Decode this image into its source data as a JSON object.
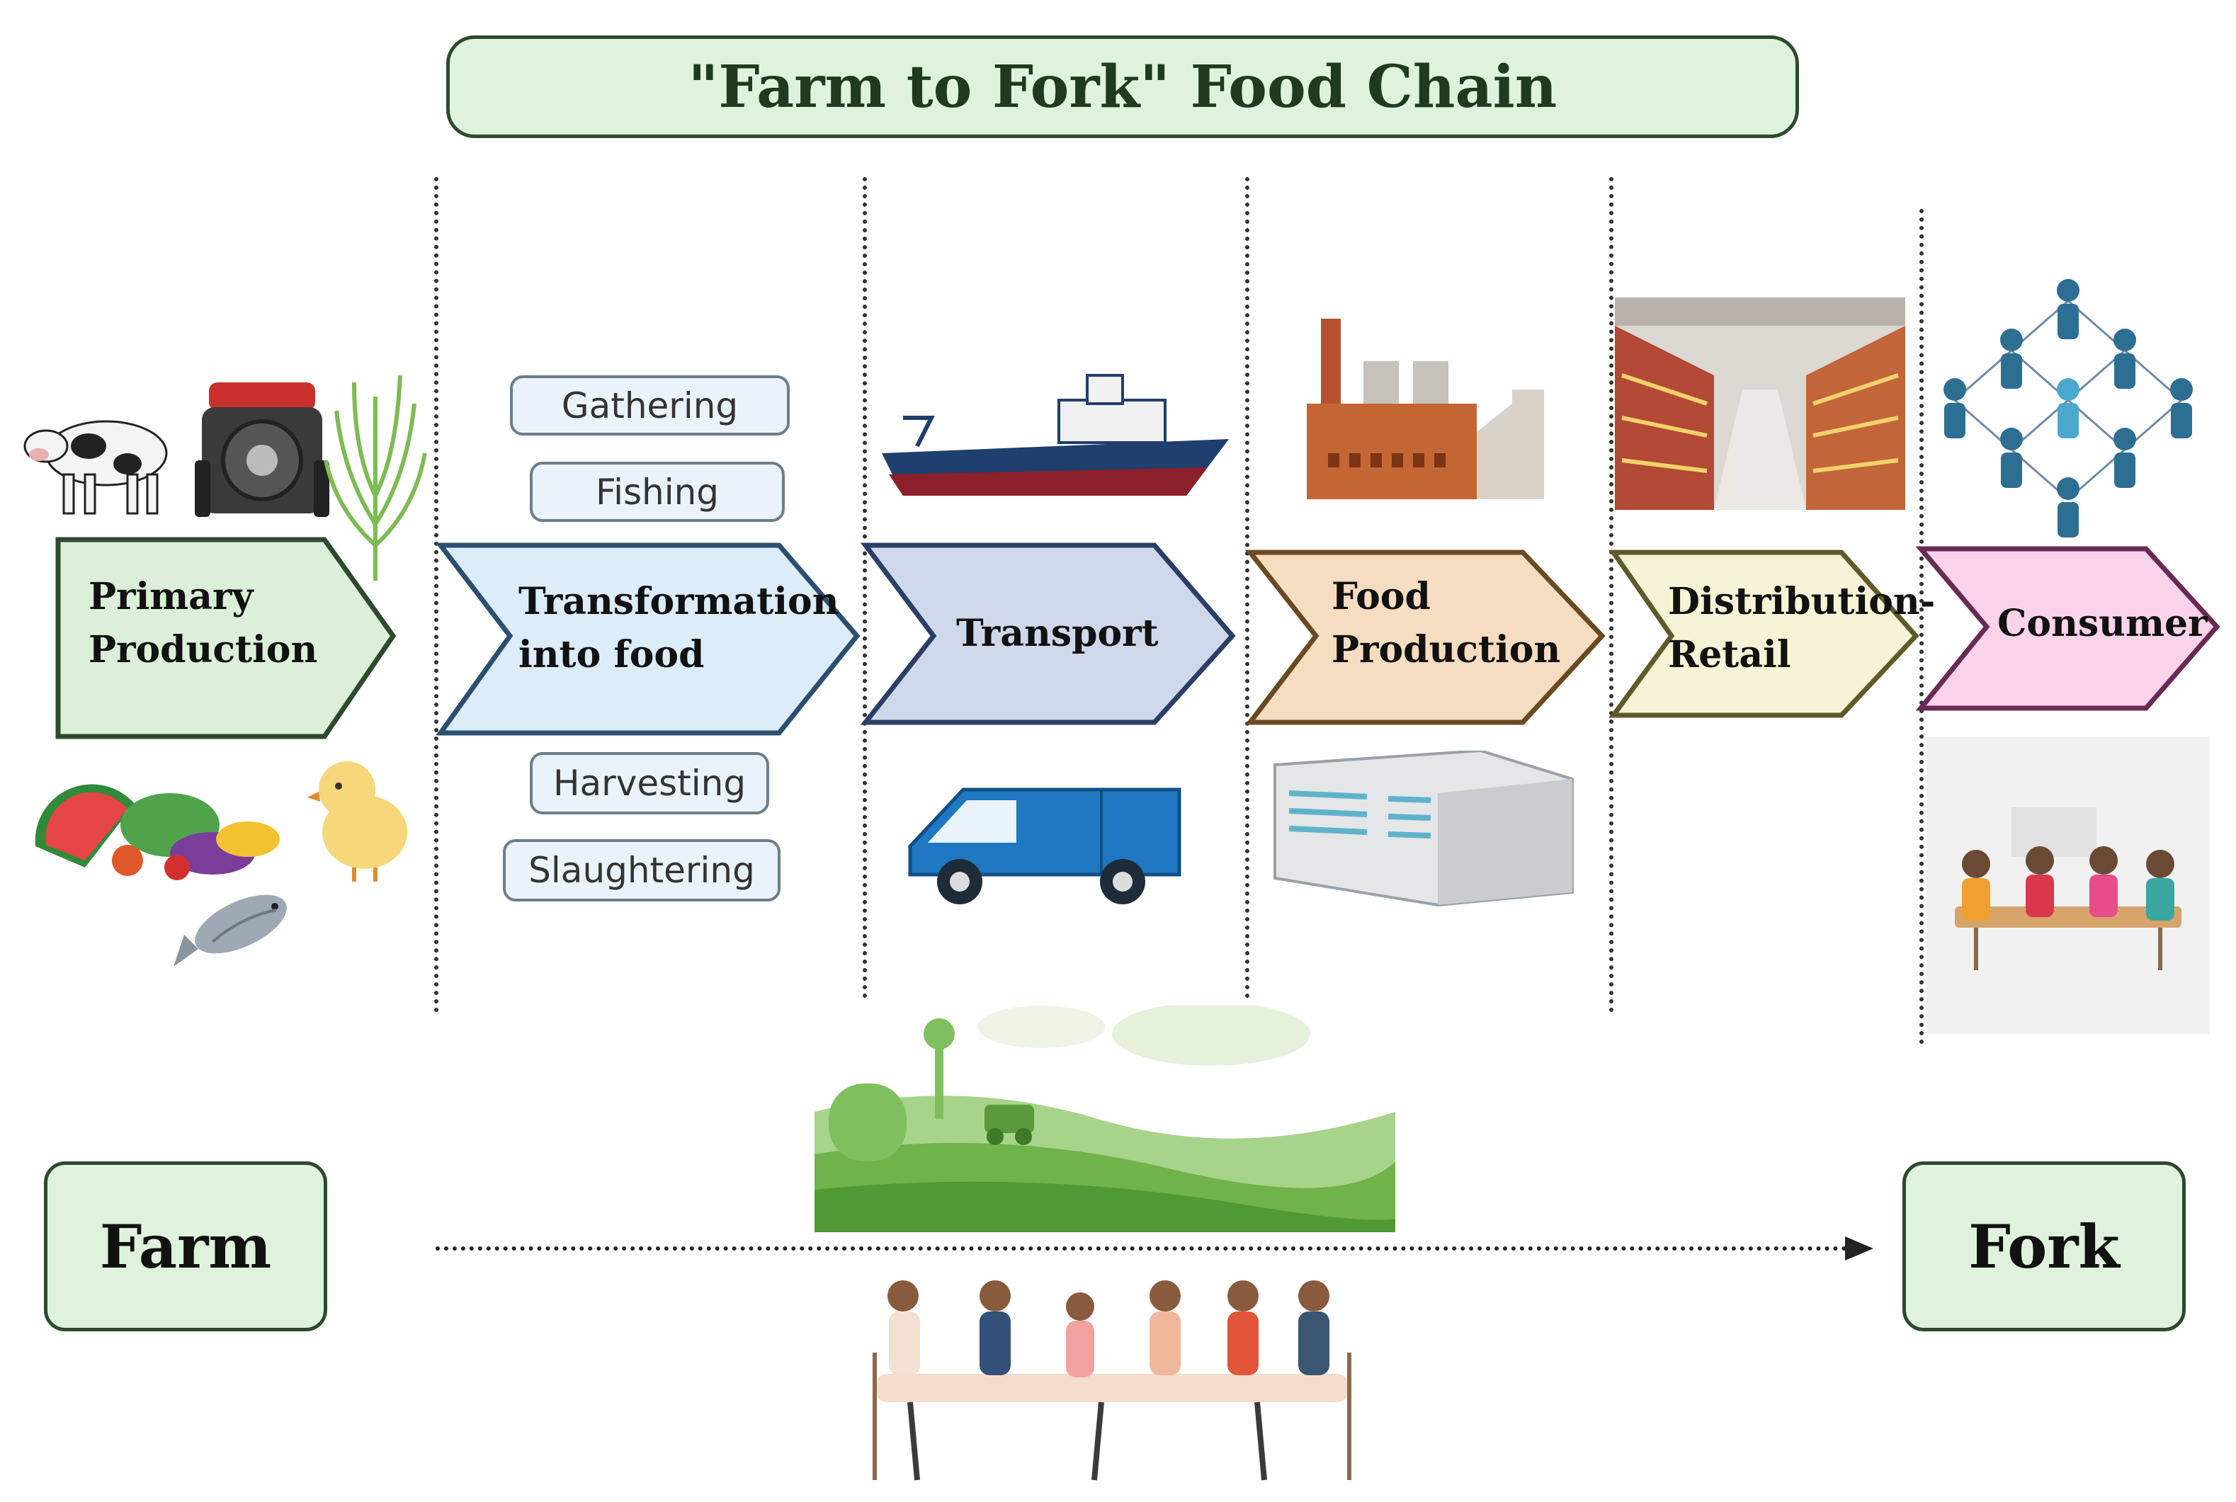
{
  "title": "\"Farm to Fork\" Food Chain",
  "stages": [
    {
      "line1": "Primary",
      "line2": "Production",
      "fill": "#dcefd8",
      "stroke": "#2d4a2d"
    },
    {
      "line1": "Transformation",
      "line2": "into food",
      "fill": "#dcecf8",
      "stroke": "#2b4f70"
    },
    {
      "line1": "Transport",
      "line2": "",
      "fill": "#cfd8ea",
      "stroke": "#2b3f66"
    },
    {
      "line1": "Food",
      "line2": "Production",
      "fill": "#f6dcc0",
      "stroke": "#6a4a22"
    },
    {
      "line1": "Distribution-",
      "line2": "Retail",
      "fill": "#f6f3d6",
      "stroke": "#5e5a2a"
    },
    {
      "line1": "Consumer",
      "line2": "",
      "fill": "#f8d3ea",
      "stroke": "#6a2a55"
    }
  ],
  "activities": {
    "above": [
      "Gathering",
      "Fishing"
    ],
    "below": [
      "Harvesting",
      "Slaughtering"
    ]
  },
  "farm_label": "Farm",
  "fork_label": "Fork",
  "icons": [
    "cow-icon",
    "tractor-icon",
    "crop-icon",
    "produce-icon",
    "chick-icon",
    "fish-icon",
    "ship-icon",
    "van-icon",
    "factory-icon",
    "warehouse-icon",
    "supermarket-icon",
    "people-network-icon",
    "family-dining-icon",
    "farm-landscape-icon",
    "people-dining-icon"
  ]
}
